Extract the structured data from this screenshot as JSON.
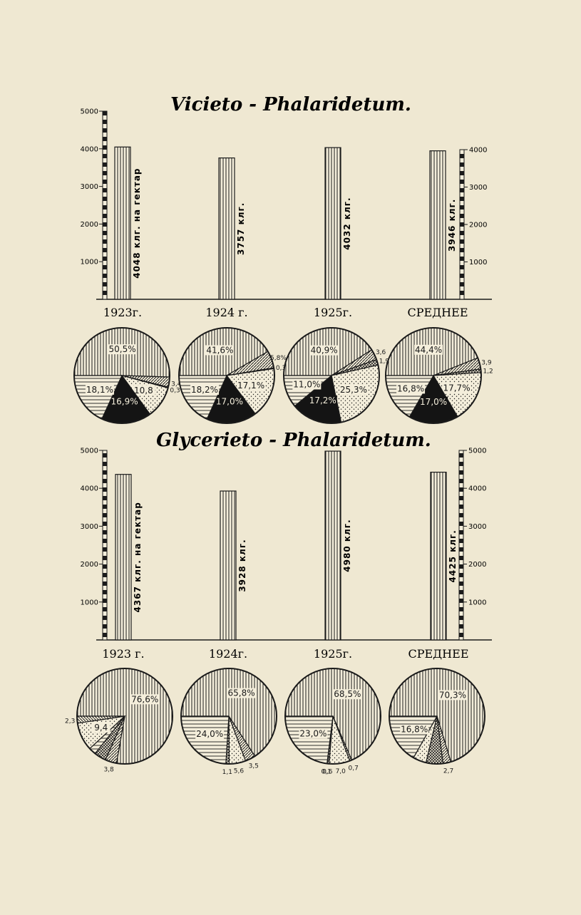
{
  "chart_data": [
    {
      "type": "bar",
      "title": "Vicieto - Phalaridetum.",
      "categories": [
        "1923г.",
        "1924 г.",
        "1925г.",
        "СРЕДНЕЕ"
      ],
      "values": [
        4048,
        3757,
        4032,
        3946
      ],
      "value_labels": [
        "4048 клг. на гектар",
        "3757 клг.",
        "4032 клг.",
        "3946 клг."
      ],
      "left_axis": {
        "ylim": [
          0,
          5000
        ],
        "ticks": [
          "1000",
          "2000",
          "3000",
          "4000",
          "5000"
        ]
      },
      "right_axis": {
        "ylim": [
          0,
          4000
        ],
        "ticks": [
          "1000",
          "2000",
          "3000",
          "4000"
        ]
      }
    },
    {
      "type": "pie",
      "group": "Vicieto - Phalaridetum.",
      "pies": [
        {
          "category": "1923г.",
          "slices": [
            {
              "pattern": "vertical",
              "value": 50.5,
              "label": "50,5%"
            },
            {
              "pattern": "diagonal",
              "value": 3.4,
              "label": "3,4"
            },
            {
              "pattern": "crosshatch",
              "value": 0.3,
              "label": "0,3"
            },
            {
              "pattern": "dotted",
              "value": 10.8,
              "label": "10,8"
            },
            {
              "pattern": "solid",
              "value": 16.9,
              "label": "16,9%"
            },
            {
              "pattern": "horizontal",
              "value": 18.1,
              "label": "18,1%"
            }
          ]
        },
        {
          "category": "1924 г.",
          "slices": [
            {
              "pattern": "vertical",
              "value": 41.6,
              "label": "41,6%"
            },
            {
              "pattern": "diagonal",
              "value": 5.8,
              "label": "5,8%"
            },
            {
              "pattern": "crosshatch",
              "value": 0.3,
              "label": "0,3"
            },
            {
              "pattern": "dotted",
              "value": 17.1,
              "label": "17,1%"
            },
            {
              "pattern": "solid",
              "value": 17.0,
              "label": "17,0%"
            },
            {
              "pattern": "horizontal",
              "value": 18.2,
              "label": "18,2%"
            }
          ]
        },
        {
          "category": "1925г.",
          "slices": [
            {
              "pattern": "vertical",
              "value": 40.9,
              "label": "40,9%"
            },
            {
              "pattern": "diagonal",
              "value": 3.6,
              "label": "3,6"
            },
            {
              "pattern": "crosshatch",
              "value": 1.9,
              "label": "1,9"
            },
            {
              "pattern": "dotted",
              "value": 25.3,
              "label": "25,3%"
            },
            {
              "pattern": "solid",
              "value": 17.2,
              "label": "17,2%"
            },
            {
              "pattern": "horizontal",
              "value": 11.0,
              "label": "11,0%"
            }
          ]
        },
        {
          "category": "СРЕДНЕЕ",
          "slices": [
            {
              "pattern": "vertical",
              "value": 44.4,
              "label": "44,4%"
            },
            {
              "pattern": "diagonal",
              "value": 3.9,
              "label": "3,9"
            },
            {
              "pattern": "crosshatch",
              "value": 1.2,
              "label": "1,2"
            },
            {
              "pattern": "dotted",
              "value": 17.7,
              "label": "17,7%"
            },
            {
              "pattern": "solid",
              "value": 17.0,
              "label": "17,0%"
            },
            {
              "pattern": "horizontal",
              "value": 16.8,
              "label": "16,8%"
            }
          ]
        }
      ]
    },
    {
      "type": "bar",
      "title": "Glycerieto - Phalaridetum.",
      "categories": [
        "1923 г.",
        "1924г.",
        "1925г.",
        "СРЕДНЕЕ"
      ],
      "values": [
        4367,
        3928,
        4980,
        4425
      ],
      "value_labels": [
        "4367 клг. на гектар",
        "3928 клг.",
        "4980 клг.",
        "4425 клг."
      ],
      "left_axis": {
        "ylim": [
          0,
          5000
        ],
        "ticks": [
          "1000",
          "2000",
          "3000",
          "4000",
          "5000"
        ]
      },
      "right_axis": {
        "ylim": [
          0,
          5000
        ],
        "ticks": [
          "1000",
          "2000",
          "3000",
          "4000",
          "5000"
        ]
      }
    },
    {
      "type": "pie",
      "group": "Glycerieto - Phalaridetum.",
      "pies": [
        {
          "category": "1923 г.",
          "slices": [
            {
              "pattern": "vertical",
              "value": 76.6,
              "label": "76,6%"
            },
            {
              "pattern": "diagonal",
              "value": 3.8,
              "label": "3,8"
            },
            {
              "pattern": "crosshatch",
              "value": 4.0,
              "label": ""
            },
            {
              "pattern": "horizontal",
              "value": 2.4,
              "label": ""
            },
            {
              "pattern": "dotted",
              "value": 9.4,
              "label": "9,4"
            },
            {
              "pattern": "hatch2",
              "value": 2.3,
              "label": "2,3"
            }
          ]
        },
        {
          "category": "1924г.",
          "slices": [
            {
              "pattern": "vertical",
              "value": 65.8,
              "label": "65,8%"
            },
            {
              "pattern": "diagonal",
              "value": 3.5,
              "label": "3,5"
            },
            {
              "pattern": "dotted",
              "value": 5.6,
              "label": "5,6"
            },
            {
              "pattern": "crosshatch",
              "value": 1.1,
              "label": "1,1"
            },
            {
              "pattern": "horizontal",
              "value": 24.0,
              "label": "24,0%"
            }
          ]
        },
        {
          "category": "1925г.",
          "slices": [
            {
              "pattern": "vertical",
              "value": 68.5,
              "label": "68,5%"
            },
            {
              "pattern": "diagonal",
              "value": 0.7,
              "label": "0,7"
            },
            {
              "pattern": "dotted",
              "value": 7.0,
              "label": "7,0"
            },
            {
              "pattern": "crosshatch",
              "value": 0.6,
              "label": "0,6"
            },
            {
              "pattern": "hatch2",
              "value": 0.1,
              "label": "0,1"
            },
            {
              "pattern": "horizontal",
              "value": 23.0,
              "label": "23,0%"
            }
          ]
        },
        {
          "category": "СРЕДНЕЕ",
          "slices": [
            {
              "pattern": "vertical",
              "value": 70.3,
              "label": "70,3%"
            },
            {
              "pattern": "diagonal",
              "value": 2.7,
              "label": "2,7"
            },
            {
              "pattern": "crosshatch",
              "value": 5.7,
              "label": ""
            },
            {
              "pattern": "dotted",
              "value": 4.5,
              "label": ""
            },
            {
              "pattern": "horizontal",
              "value": 16.8,
              "label": "16,8%"
            }
          ]
        }
      ]
    }
  ]
}
